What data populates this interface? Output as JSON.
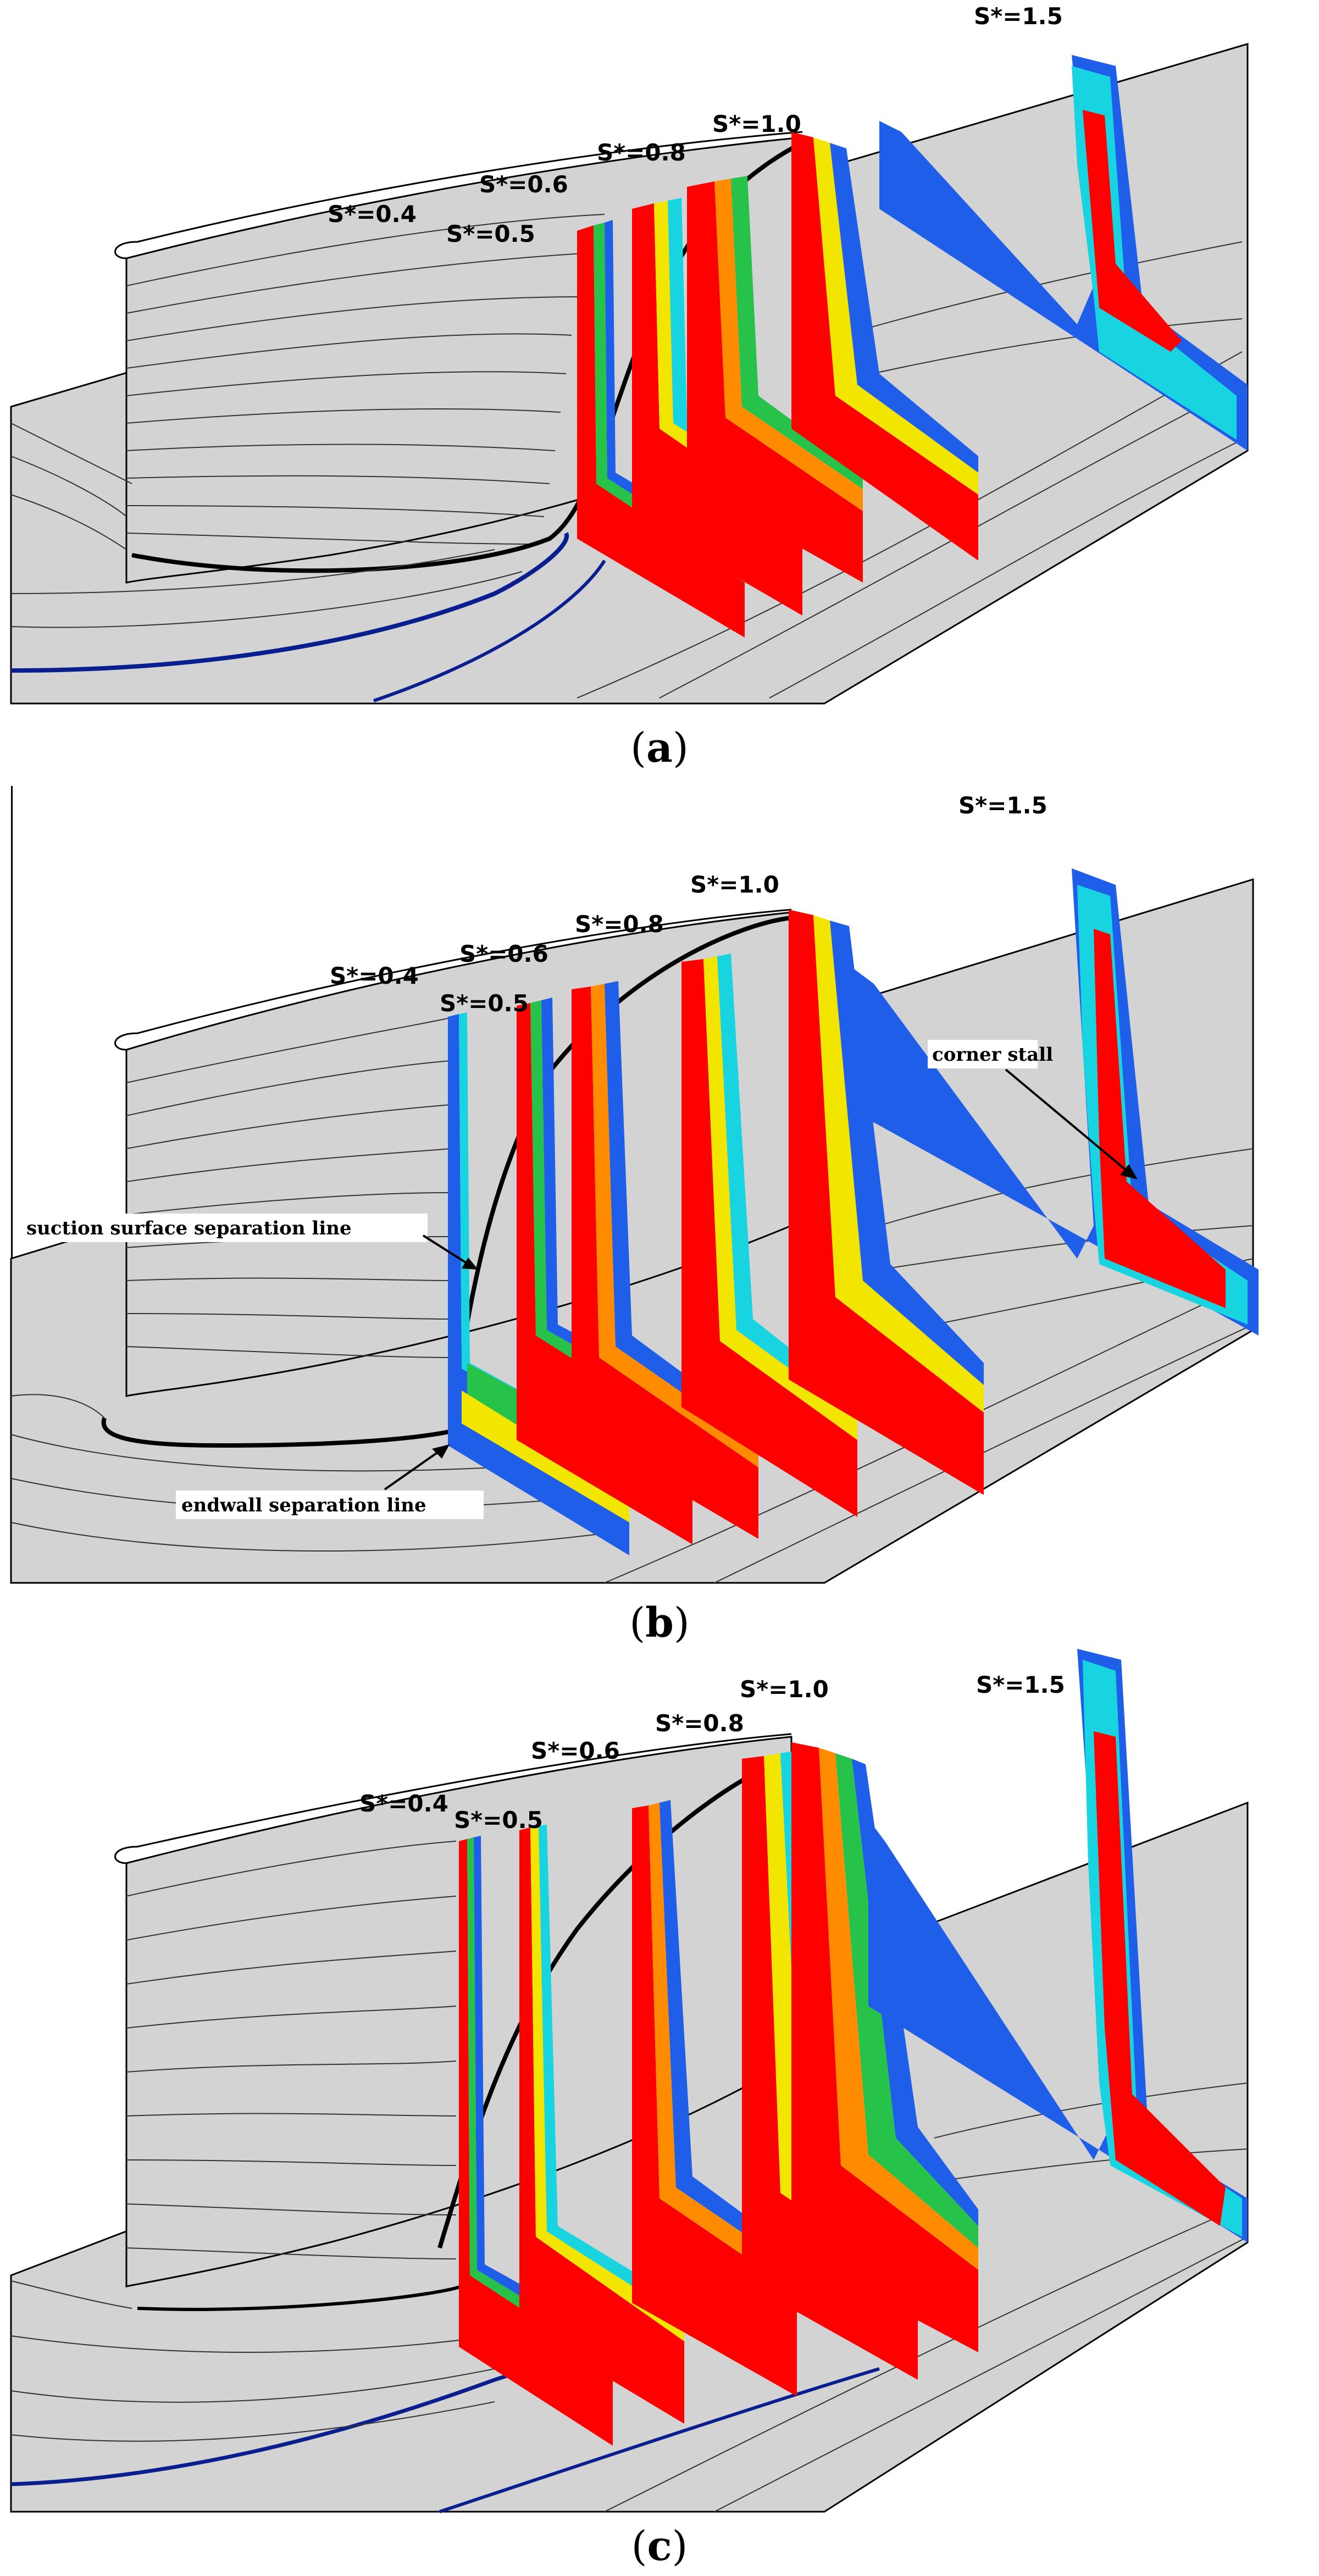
{
  "panels": [
    {
      "caption_letter": "a",
      "stations": [
        "S*=0.4",
        "S*=0.5",
        "S*=0.6",
        "S*=0.8",
        "S*=1.0",
        "S*=1.5"
      ],
      "annotations": []
    },
    {
      "caption_letter": "b",
      "stations": [
        "S*=0.4",
        "S*=0.5",
        "S*=0.6",
        "S*=0.8",
        "S*=1.0",
        "S*=1.5"
      ],
      "annotations": [
        "suction surface separation line",
        "endwall separation line",
        "corner stall"
      ]
    },
    {
      "caption_letter": "c",
      "stations": [
        "S*=0.4",
        "S*=0.5",
        "S*=0.6",
        "S*=0.8",
        "S*=1.0",
        "S*=1.5"
      ],
      "annotations": []
    }
  ],
  "colors": {
    "surface": "#d3d3d3",
    "streamline": "#000000",
    "endwall_line_blue": "#0a1f8f",
    "contour_core": "#ff0000",
    "contour_orange": "#ff8c00",
    "contour_yellow": "#f2e600",
    "contour_green": "#26c24a",
    "contour_cyan": "#18d4e0",
    "contour_blue": "#1f5ee8"
  }
}
